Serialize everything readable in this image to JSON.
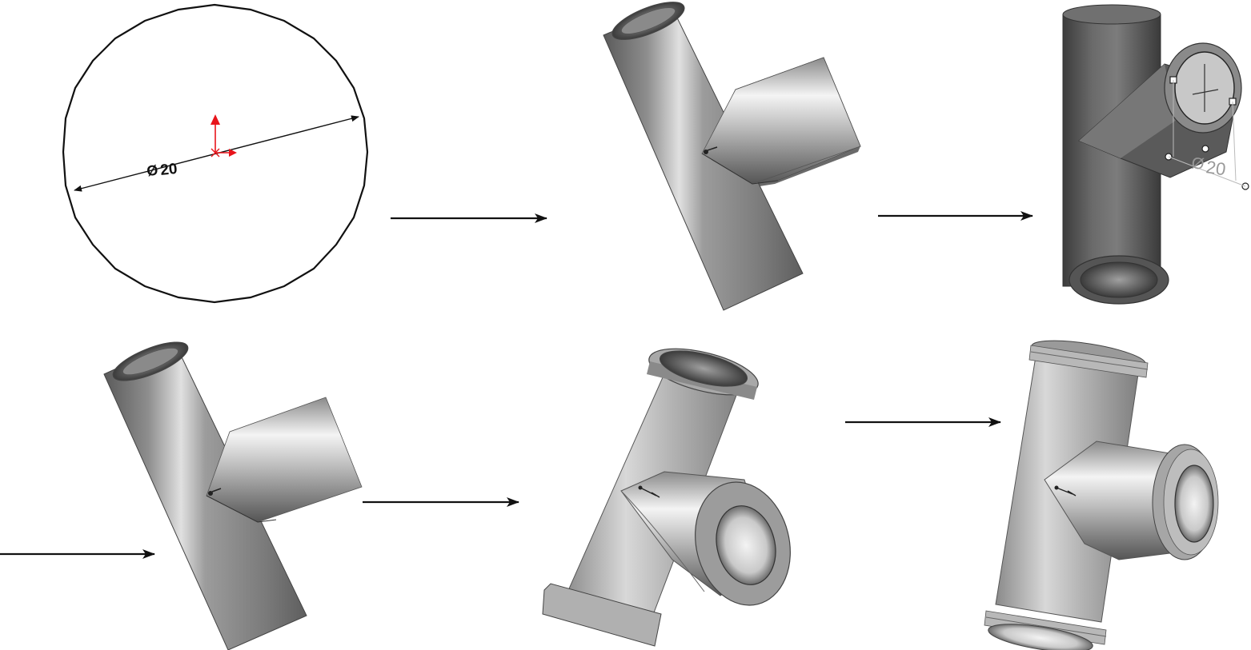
{
  "sketch": {
    "dimension_symbol": "Ø",
    "dimension_value": "20"
  },
  "step3": {
    "dimension_symbol": "Ø",
    "dimension_value": "20"
  },
  "colors": {
    "sketch_line": "#111111",
    "origin_red": "#e8141b",
    "metal_light": "#f2f2f2",
    "metal_mid": "#9a9a9a",
    "metal_dark": "#4a4a4a",
    "arrow": "#111111"
  }
}
